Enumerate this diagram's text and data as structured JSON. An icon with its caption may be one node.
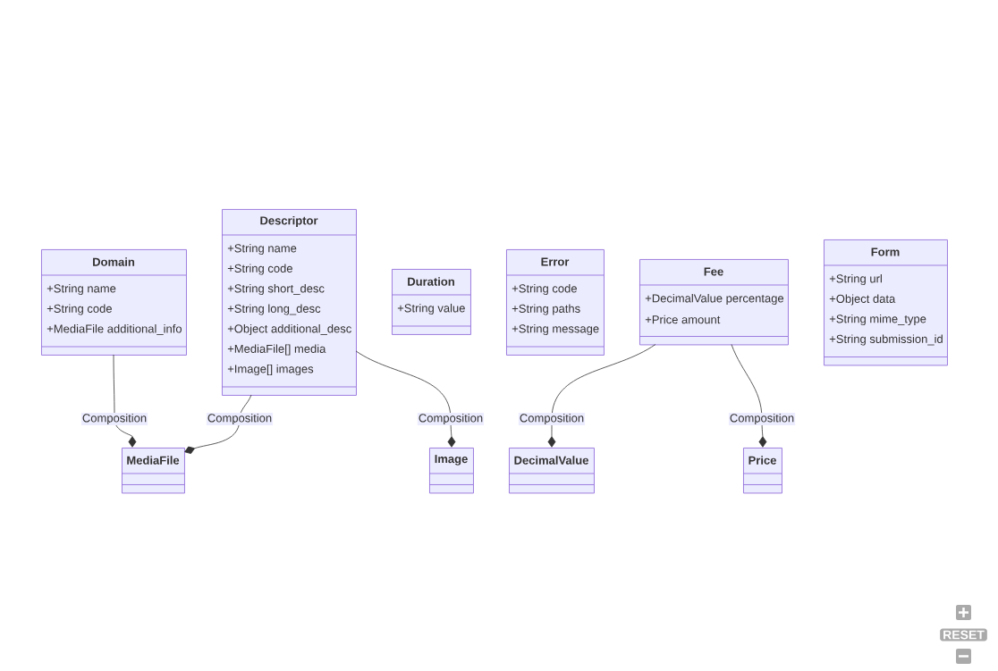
{
  "diagram": {
    "nodes": [
      {
        "text": [
          "Domain",
          "+String name",
          "+String code",
          "+MediaFile additional_info"
        ]
      },
      {
        "text": [
          "Descriptor",
          "+String name",
          "+String code",
          "+String short_desc",
          "+String long_desc",
          "+Object additional_desc",
          "+MediaFile[] media",
          "+Image[] images"
        ]
      },
      {
        "text": [
          "Duration",
          "+String value"
        ]
      },
      {
        "text": [
          "Error",
          "+String code",
          "+String paths",
          "+String message"
        ]
      },
      {
        "text": [
          "Fee",
          "+DecimalValue percentage",
          "+Price amount"
        ]
      },
      {
        "text": [
          "Form",
          "+String url",
          "+Object data",
          "+String mime_type",
          "+String submission_id"
        ]
      },
      {
        "text": [
          "MediaFile"
        ]
      },
      {
        "text": [
          "Image"
        ]
      },
      {
        "text": [
          "DecimalValue"
        ]
      },
      {
        "text": [
          "Price"
        ]
      }
    ],
    "edges": [
      {
        "from": 0,
        "to": 6,
        "arrow": "other",
        "label": "Composition"
      },
      {
        "from": 1,
        "to": 6,
        "arrow": "other",
        "label": "Composition"
      },
      {
        "from": 1,
        "to": 7,
        "arrow": "other",
        "label": "Composition"
      },
      {
        "from": 4,
        "to": 8,
        "arrow": "other",
        "label": "Composition"
      },
      {
        "from": 4,
        "to": 9,
        "arrow": "other",
        "label": "Composition"
      }
    ],
    "labels": [
      "RESET"
    ]
  }
}
